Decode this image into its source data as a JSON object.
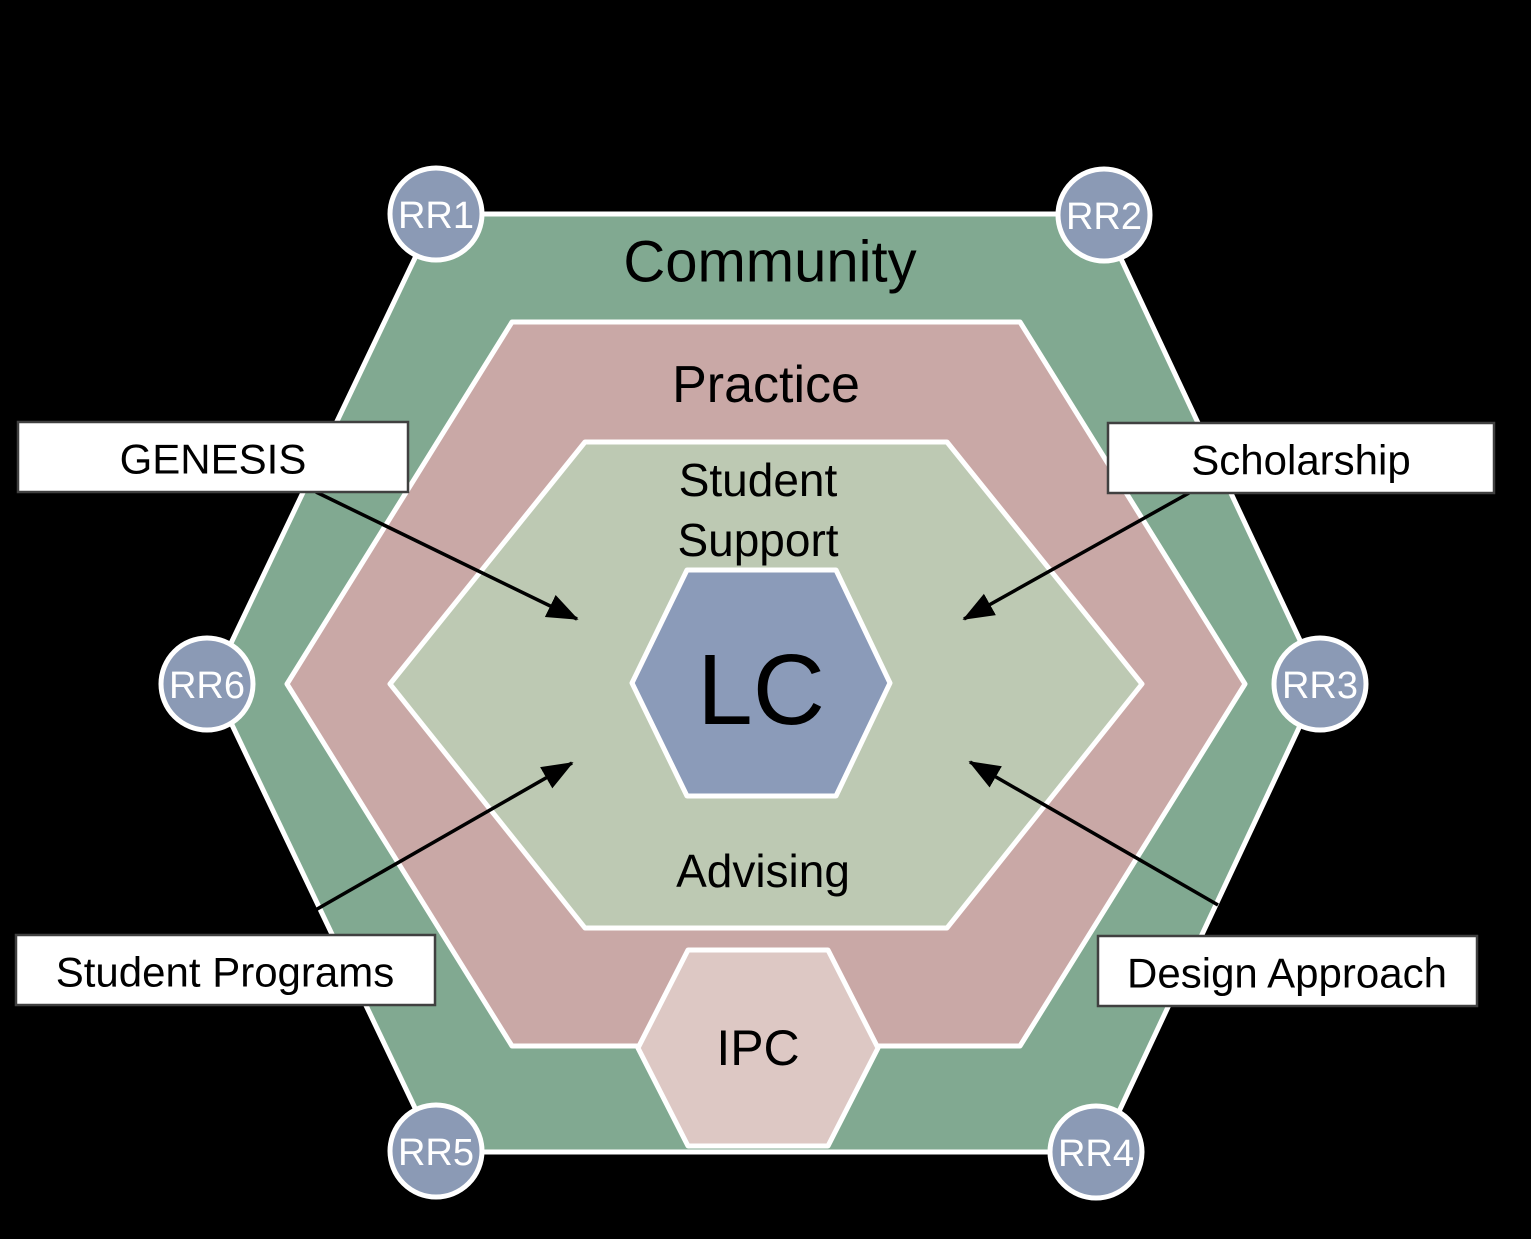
{
  "hexagons": {
    "community": {
      "label": "Community",
      "fill": "#81A991"
    },
    "practice": {
      "label": "Practice",
      "fill": "#C9A8A6"
    },
    "student_support": {
      "top_label_line1": "Student",
      "top_label_line2": "Support",
      "bottom_label": "Advising",
      "fill": "#BDC9B3"
    },
    "lc": {
      "label": "LC",
      "fill": "#8B9BB9"
    },
    "ipc": {
      "label": "IPC",
      "fill": "#DDC8C4"
    }
  },
  "callouts": {
    "genesis": {
      "label": "GENESIS"
    },
    "scholarship": {
      "label": "Scholarship"
    },
    "student_programs": {
      "label": "Student Programs"
    },
    "design_approach": {
      "label": "Design Approach"
    }
  },
  "rr_nodes": [
    {
      "label": "RR1"
    },
    {
      "label": "RR2"
    },
    {
      "label": "RR3"
    },
    {
      "label": "RR4"
    },
    {
      "label": "RR5"
    },
    {
      "label": "RR6"
    }
  ],
  "colors": {
    "background": "#000000",
    "community_green": "#81A991",
    "practice_pink": "#C9A8A6",
    "support_green": "#BDC9B3",
    "lc_blue": "#8B9BB9",
    "ipc_pink": "#DDC8C4",
    "node_blue": "#8B9AB5",
    "hex_border": "#FFFFFF",
    "callout_border": "#404040",
    "text_dark": "#000000",
    "text_light": "#FFFFFF"
  }
}
